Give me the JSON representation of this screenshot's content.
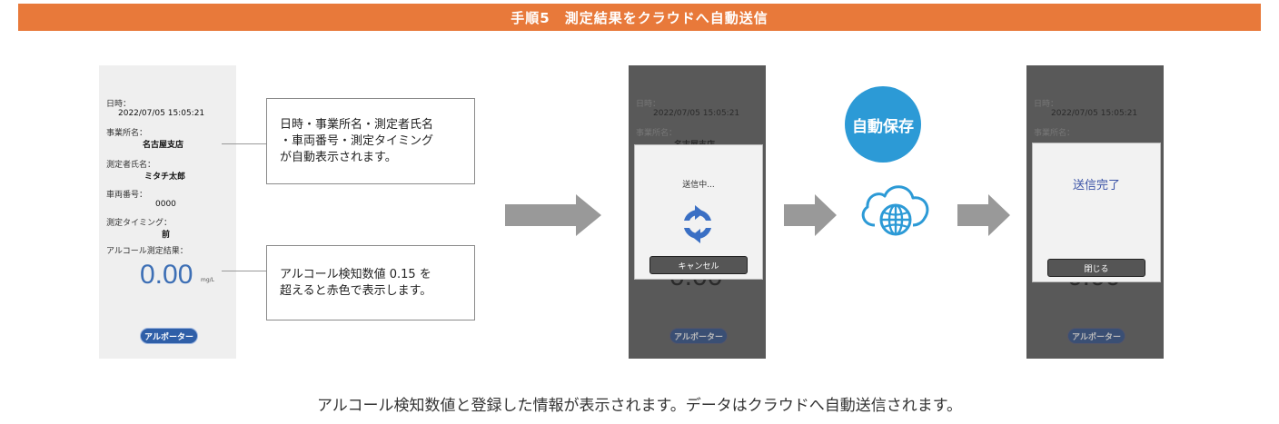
{
  "banner": {
    "title": "手順5　測定結果をクラウドへ自動送信"
  },
  "screen": {
    "datetime_label": "日時：",
    "datetime_value": "2022/07/05 15:05:21",
    "office_label": "事業所名：",
    "office_value": "名古屋支店",
    "person_label": "測定者氏名：",
    "person_value": "ミタチ太郎",
    "vehicle_label": "車両番号：",
    "vehicle_value": "0000",
    "timing_label": "測定タイミング：",
    "timing_value": "前",
    "result_label": "アルコール測定結果：",
    "result_value": "0.00",
    "result_unit": "mg/L",
    "logo_text": "アルポーター"
  },
  "callouts": {
    "info": "日時・事業所名・測定者氏名\n・車両番号・測定タイミング\nが自動表示されます。",
    "alcohol": "アルコール検知数値 0.15 を\n超えると赤色で表示します。"
  },
  "sending_modal": {
    "text": "送信中...",
    "cancel_label": "キャンセル"
  },
  "done_modal": {
    "text": "送信完了",
    "close_label": "閉じる"
  },
  "auto_save": {
    "label": "自動保存"
  },
  "caption": "アルコール検知数値と登録した情報が表示されます。データはクラウドへ自動送信されます。",
  "colors": {
    "banner": "#e8793a",
    "accent_blue": "#2c9ad6",
    "value_blue": "#3d6fb5"
  }
}
